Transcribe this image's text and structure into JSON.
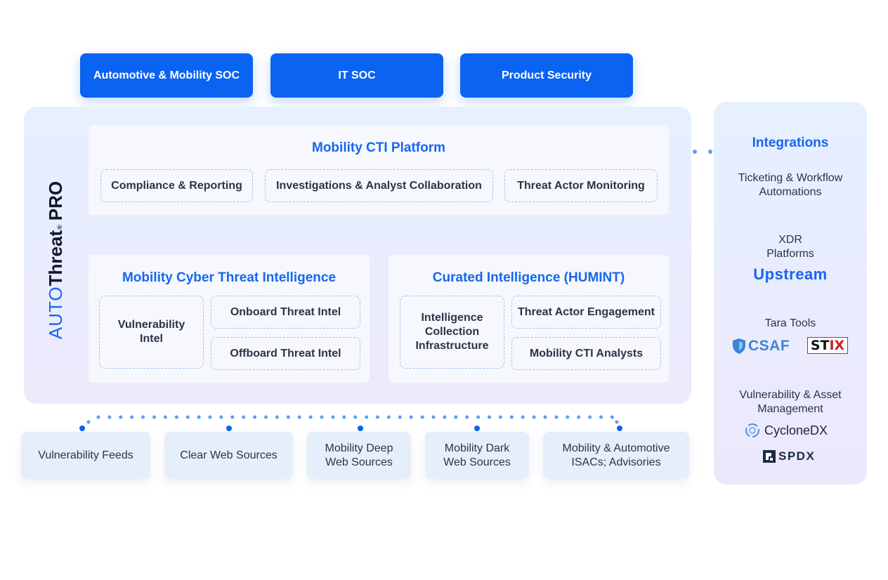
{
  "top_bar": {
    "buttons": [
      {
        "label": "Automotive & Mobility SOC"
      },
      {
        "label": "IT SOC"
      },
      {
        "label": "Product Security"
      }
    ]
  },
  "brand": {
    "auto": "AUTO",
    "threat": "Threat",
    "registered": "®",
    "pro": "PRO"
  },
  "cti_platform": {
    "title": "Mobility CTI Platform",
    "items": [
      "Compliance & Reporting",
      "Investigations & Analyst Collaboration",
      "Threat Actor Monitoring"
    ]
  },
  "cyber_ti": {
    "title": "Mobility Cyber Threat Intelligence",
    "vuln": "Vulnerability Intel",
    "onboard": "Onboard Threat Intel",
    "offboard": "Offboard Threat Intel"
  },
  "humint": {
    "title": "Curated Intelligence (HUMINT)",
    "collection": "Intelligence Collection Infrastructure",
    "engagement": "Threat Actor Engagement",
    "analysts": "Mobility CTI Analysts"
  },
  "sources": [
    "Vulnerability Feeds",
    "Clear Web Sources",
    "Mobility Deep Web Sources",
    "Mobility Dark Web Sources",
    "Mobility & Automotive ISACs; Advisories"
  ],
  "integrations": {
    "title": "Integrations",
    "ticketing": "Ticketing & Workflow Automations",
    "xdr": "XDR Platforms",
    "upstream_logo": "Upstream",
    "tara": "Tara Tools",
    "csaf_logo": "CSAF",
    "stix_logo_st": "ST",
    "stix_logo_ix": "IX",
    "vuln_asset": "Vulnerability & Asset Management",
    "cyclonedx_logo": "CycloneDX",
    "spdx_logo": "SPDX"
  },
  "colors": {
    "accent": "#0b63f2",
    "title_blue": "#1766ee",
    "dot": "#5b9df0",
    "text": "#2e3346"
  }
}
